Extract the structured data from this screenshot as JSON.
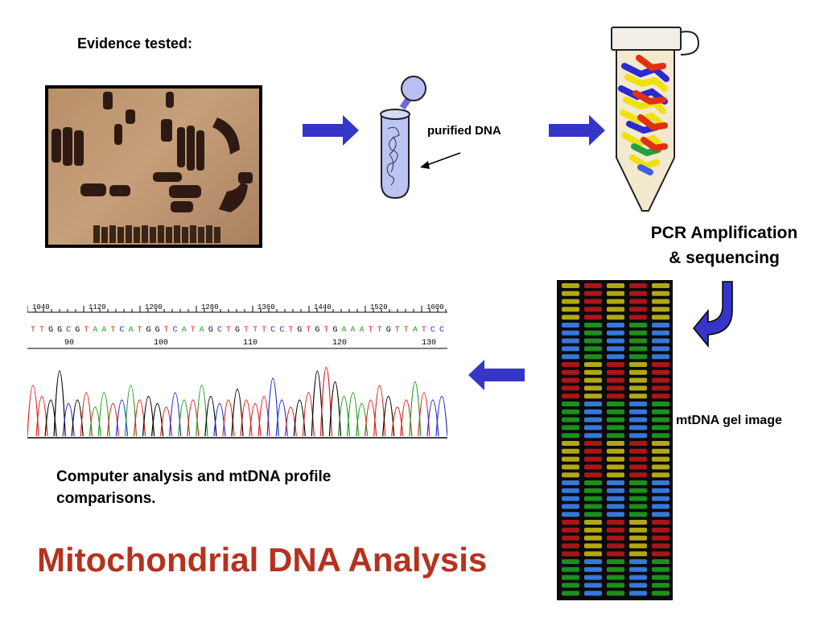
{
  "title": "Mitochondrial DNA Analysis",
  "labels": {
    "evidence": "Evidence tested:",
    "purified_dna": "purified DNA",
    "pcr_line1": "PCR Amplification",
    "pcr_line2": "& sequencing",
    "gel": "mtDNA gel image",
    "analysis_line1": "Computer analysis and mtDNA profile",
    "analysis_line2": "comparisons."
  },
  "chromatogram": {
    "ruler_ticks": [
      "1040",
      "1120",
      "1200",
      "1280",
      "1360",
      "1440",
      "1520",
      "1600"
    ],
    "sequence": "TTGGCGTAATCATGGTCATAGCTGTTTCCTGTGTGAAATTGTTATCC",
    "positions": [
      "90",
      "100",
      "110",
      "120",
      "130"
    ]
  },
  "colors": {
    "title": "#b5321f",
    "arrow": "#3535c8",
    "base_A": "#20a020",
    "base_C": "#2030d0",
    "base_G": "#000000",
    "base_T": "#e02020"
  },
  "icons": [
    "bone-photo",
    "tube-icon",
    "pcr-tube-icon",
    "gel-lanes",
    "arrow-right-icon",
    "arrow-left-icon",
    "curved-arrow-icon"
  ]
}
